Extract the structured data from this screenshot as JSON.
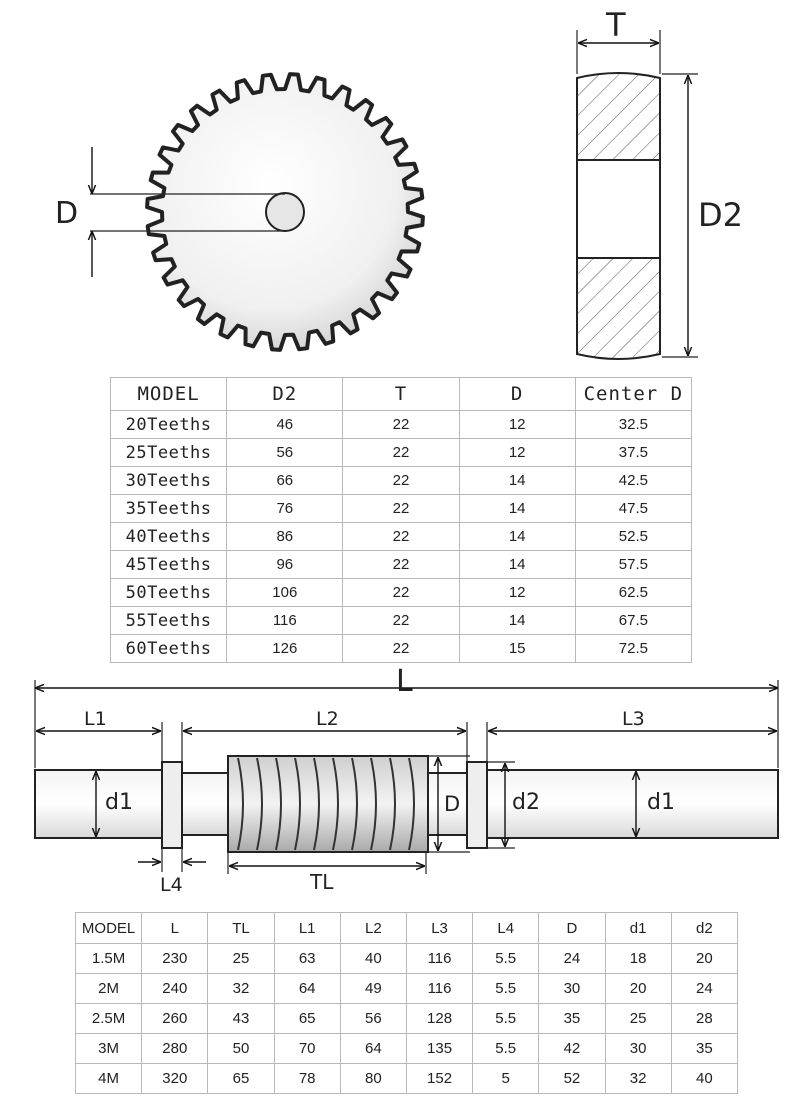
{
  "gear_diagram": {
    "bore_label": "D",
    "thickness_label": "T",
    "outer_diameter_label": "D2"
  },
  "worm_diagram": {
    "total_length_label": "L",
    "l1_label": "L1",
    "l2_label": "L2",
    "l3_label": "L3",
    "l4_label": "L4",
    "thread_length_label": "TL",
    "shaft_d1_label_left": "d1",
    "shaft_d1_label_right": "d1",
    "thread_d_label": "D",
    "collar_d2_label": "d2"
  },
  "gear_table": {
    "headers": [
      "MODEL",
      "D2",
      "T",
      "D",
      "Center D"
    ],
    "rows": [
      [
        "20Teeths",
        "46",
        "22",
        "12",
        "32.5"
      ],
      [
        "25Teeths",
        "56",
        "22",
        "12",
        "37.5"
      ],
      [
        "30Teeths",
        "66",
        "22",
        "14",
        "42.5"
      ],
      [
        "35Teeths",
        "76",
        "22",
        "14",
        "47.5"
      ],
      [
        "40Teeths",
        "86",
        "22",
        "14",
        "52.5"
      ],
      [
        "45Teeths",
        "96",
        "22",
        "14",
        "57.5"
      ],
      [
        "50Teeths",
        "106",
        "22",
        "12",
        "62.5"
      ],
      [
        "55Teeths",
        "116",
        "22",
        "14",
        "67.5"
      ],
      [
        "60Teeths",
        "126",
        "22",
        "15",
        "72.5"
      ]
    ]
  },
  "worm_table": {
    "headers": [
      "MODEL",
      "L",
      "TL",
      "L1",
      "L2",
      "L3",
      "L4",
      "D",
      "d1",
      "d2"
    ],
    "rows": [
      [
        "1.5M",
        "230",
        "25",
        "63",
        "40",
        "116",
        "5.5",
        "24",
        "18",
        "20"
      ],
      [
        "2M",
        "240",
        "32",
        "64",
        "49",
        "116",
        "5.5",
        "30",
        "20",
        "24"
      ],
      [
        "2.5M",
        "260",
        "43",
        "65",
        "56",
        "128",
        "5.5",
        "35",
        "25",
        "28"
      ],
      [
        "3M",
        "280",
        "50",
        "70",
        "64",
        "135",
        "5.5",
        "42",
        "30",
        "35"
      ],
      [
        "4M",
        "320",
        "65",
        "78",
        "80",
        "152",
        "5",
        "52",
        "32",
        "40"
      ]
    ]
  }
}
